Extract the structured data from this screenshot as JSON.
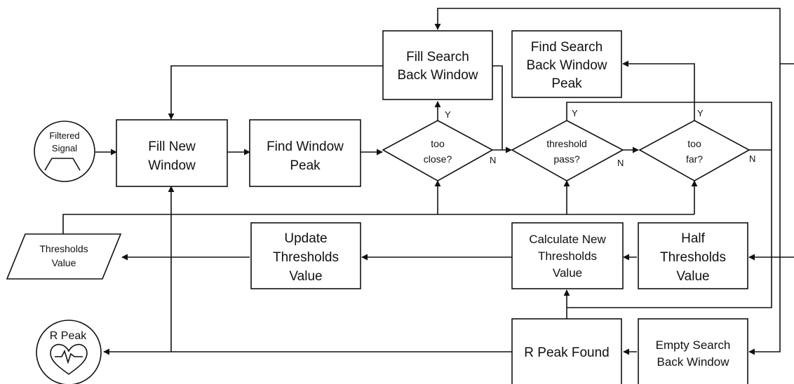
{
  "nodes": {
    "filtered_signal": {
      "lines": [
        "Filtered",
        "Signal"
      ]
    },
    "fill_new_window": {
      "lines": [
        "Fill New",
        "Window"
      ]
    },
    "find_window_peak": {
      "lines": [
        "Find Window",
        "Peak"
      ]
    },
    "too_close": {
      "lines": [
        "too",
        "close?"
      ]
    },
    "fill_search_back_window": {
      "lines": [
        "Fill Search",
        "Back Window"
      ]
    },
    "find_search_back_window_peak": {
      "lines": [
        "Find Search",
        "Back Window",
        "Peak"
      ]
    },
    "threshold_pass": {
      "lines": [
        "threshold",
        "pass?"
      ]
    },
    "too_far": {
      "lines": [
        "too",
        "far?"
      ]
    },
    "thresholds_value_io": {
      "lines": [
        "Thresholds",
        "Value"
      ]
    },
    "update_thresholds_value": {
      "lines": [
        "Update",
        "Thresholds",
        "Value"
      ]
    },
    "calculate_new_thresholds_value": {
      "lines": [
        "Calculate New",
        "Thresholds",
        "Value"
      ]
    },
    "half_thresholds_value": {
      "lines": [
        "Half",
        "Thresholds",
        "Value"
      ]
    },
    "r_peak": {
      "lines": [
        "R Peak"
      ]
    },
    "r_peak_found": {
      "lines": [
        "R Peak Found"
      ]
    },
    "empty_search_back_window": {
      "lines": [
        "Empty Search",
        "Back Window"
      ]
    }
  },
  "edge_labels": {
    "yes": "Y",
    "no": "N"
  },
  "icons": {
    "signal": "trapezoid-wave-icon",
    "heart": "heart-pulse-icon"
  },
  "colors": {
    "stroke": "#111111",
    "fill": "#ffffff"
  }
}
